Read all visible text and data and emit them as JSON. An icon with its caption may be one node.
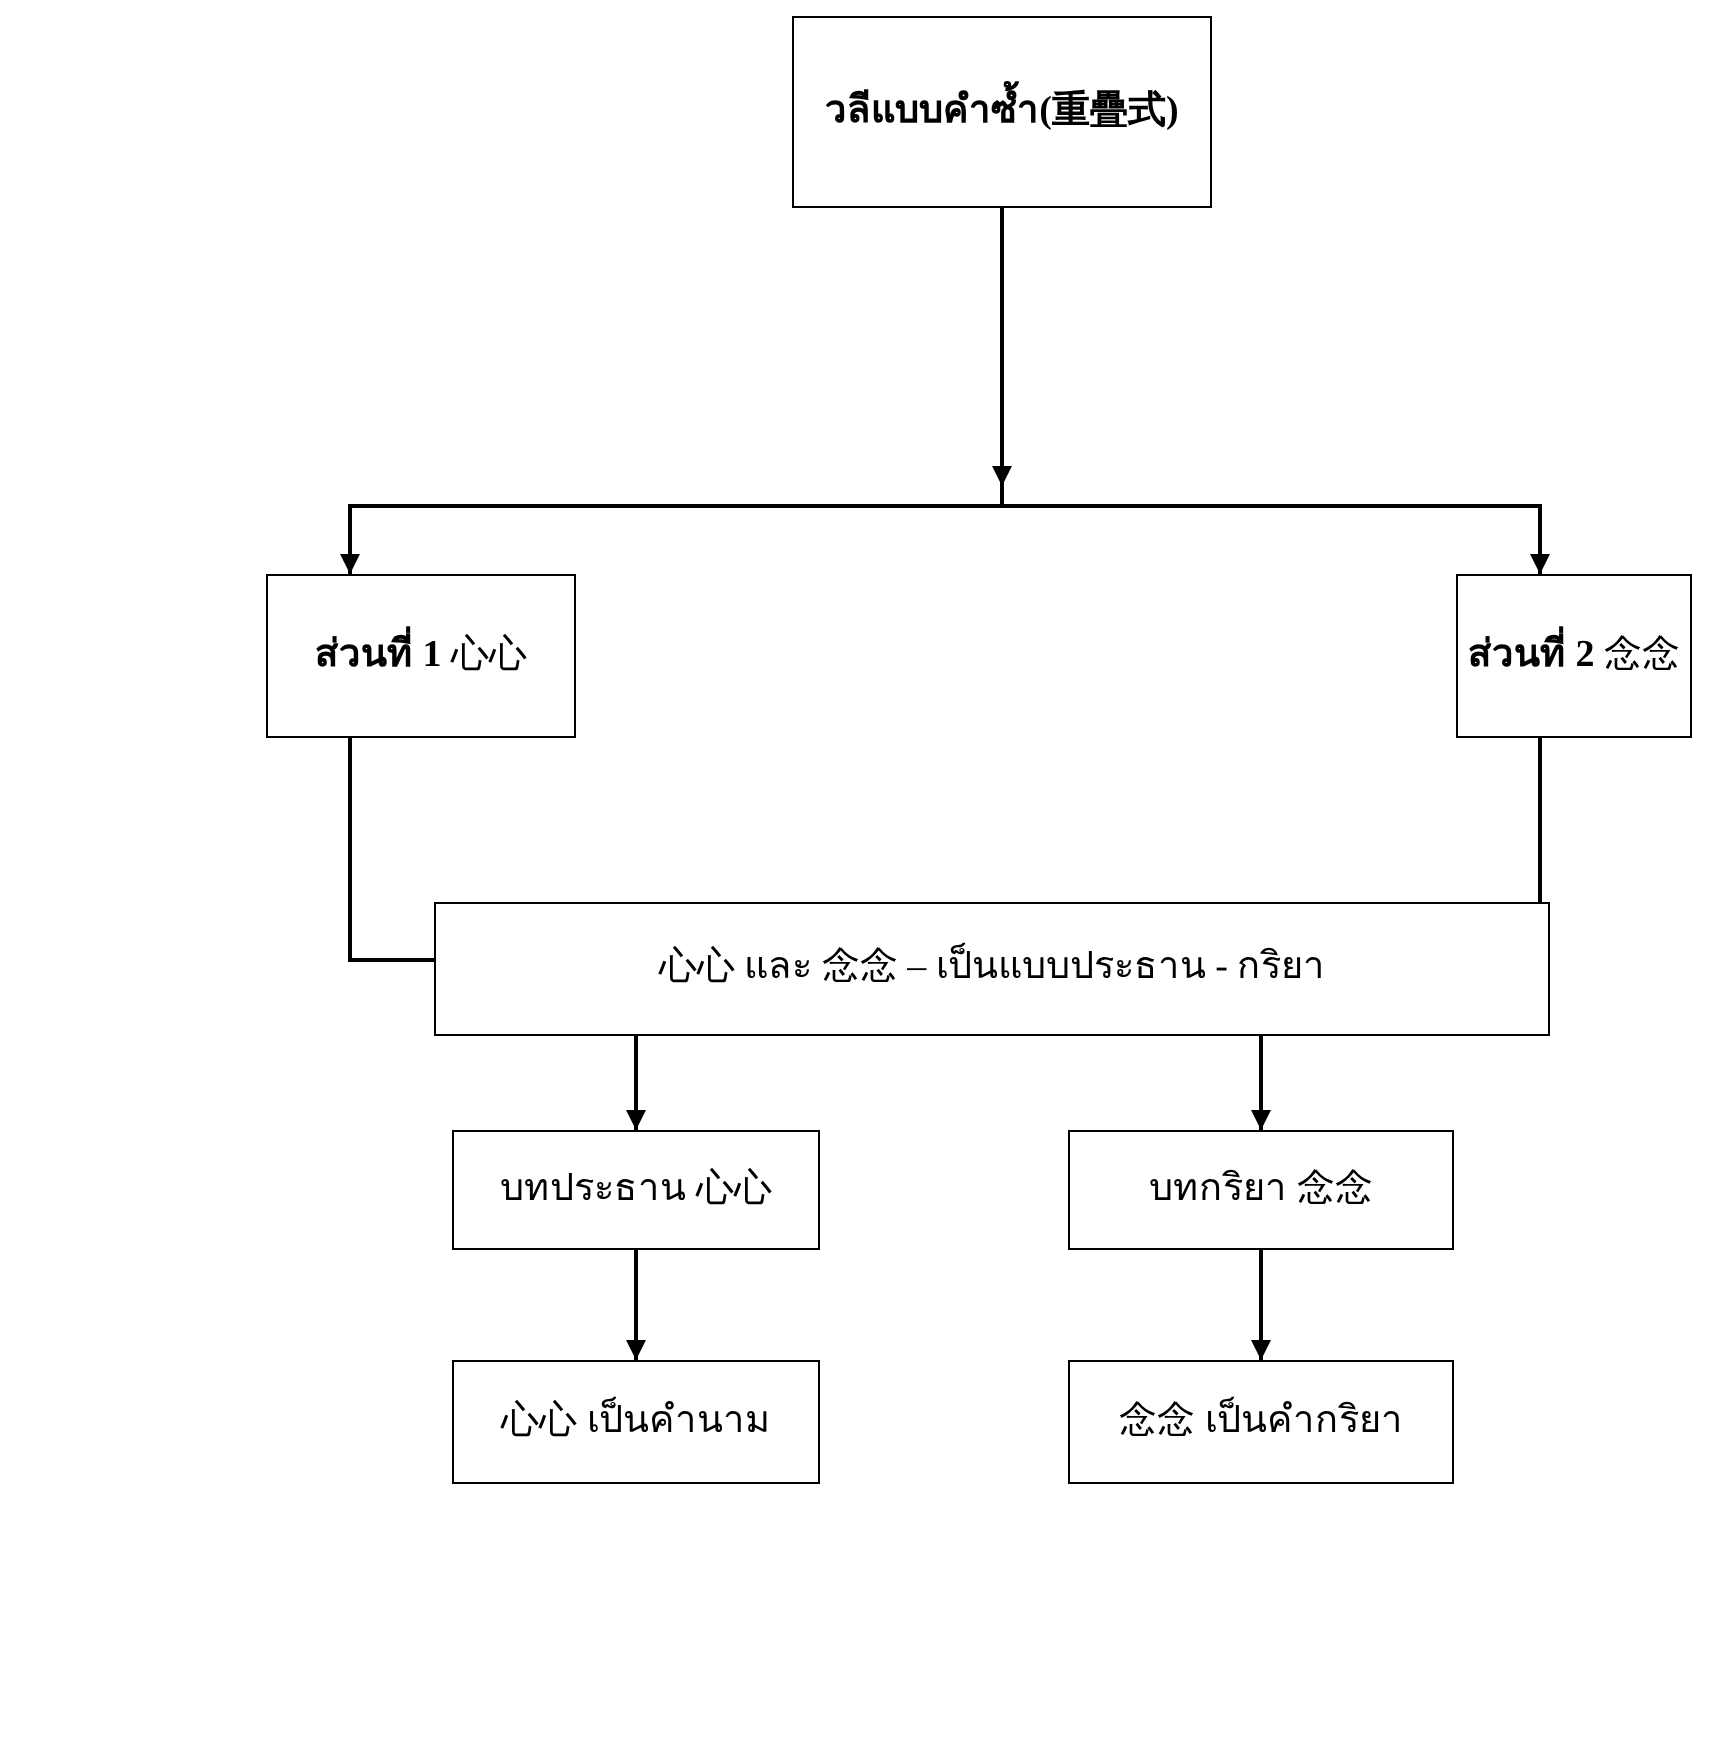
{
  "diagram": {
    "nodes": [
      {
        "text": [
          "วลีแบบคำซ้ำ(重疊式)"
        ]
      },
      {
        "text": [
          "**ส่วนที่ 1** 心心"
        ]
      },
      {
        "text": [
          "**ส่วนที่ 2** 念念"
        ]
      },
      {
        "text": [
          "心心 และ 念念 – เป็นแบบประธาน - กริยา"
        ]
      },
      {
        "text": [
          "บทประธาน 心心"
        ]
      },
      {
        "text": [
          "บทกริยา 念念"
        ]
      },
      {
        "text": [
          "心心 เป็นคำนาม"
        ]
      },
      {
        "text": [
          "念念 เป็นคำกริยา"
        ]
      }
    ],
    "edges": [
      {
        "from": 0,
        "to": 1,
        "arrow": "to"
      },
      {
        "from": 0,
        "to": 2,
        "arrow": "to"
      },
      {
        "from": 1,
        "to": 3,
        "arrow": "none"
      },
      {
        "from": 2,
        "to": 3,
        "arrow": "none"
      },
      {
        "from": 3,
        "to": 4,
        "arrow": "to"
      },
      {
        "from": 3,
        "to": 5,
        "arrow": "to"
      },
      {
        "from": 4,
        "to": 6,
        "arrow": "to"
      },
      {
        "from": 5,
        "to": 7,
        "arrow": "to"
      }
    ]
  }
}
